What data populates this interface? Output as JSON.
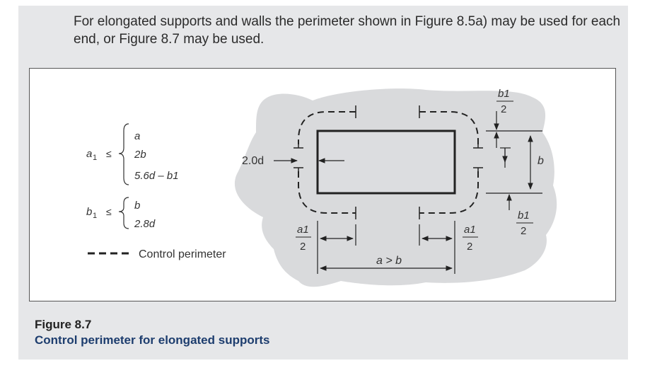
{
  "intro_text": "For elongated supports and walls the perimeter shown in Figure 8.5a) may be used for each end, or Figure 8.7 may be used.",
  "figure": {
    "label": "Figure 8.7",
    "title": "Control perimeter for elongated supports"
  },
  "diagram": {
    "condition_a1": {
      "lhs": "a",
      "lhs_sub": "1",
      "op": "≤",
      "options": [
        "a",
        "2b",
        "5.6d – b1"
      ]
    },
    "condition_b1": {
      "lhs": "b",
      "lhs_sub": "1",
      "op": "≤",
      "options": [
        "b",
        "2.8d"
      ]
    },
    "legend_label": "Control perimeter",
    "offset_label": "2.0d",
    "label_b": "b",
    "label_a_gt_b": "a > b",
    "frac_b1_num": "b1",
    "frac_a1_num": "a1",
    "frac_den": "2"
  },
  "colors": {
    "panel": "#e6e7e9",
    "support_fill": "#d9dadc",
    "caption_title": "#1d3d6e"
  }
}
